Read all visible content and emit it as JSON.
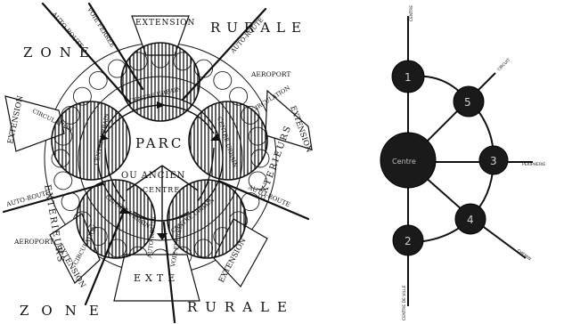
{
  "left_diagram": {
    "zone_top": "ZONE",
    "zone_top_right": "RURALE",
    "zone_bottom_left": "ZONE",
    "zone_bottom_right": "RURALE",
    "extension_top": "EXTENSION",
    "extension_left": "EXTENSION",
    "extension_right": "EXTENSION",
    "extension_bottom_left": "EXTENSION",
    "extension_bottom_right": "EXTENSION",
    "extension_bottom_center": "EXTE",
    "autoroute_top_left": "AUTO-ROUTE",
    "autoroute_top_right": "AUTO-ROUTE",
    "autoroute_left": "AUTO-ROUTE",
    "autoroute_right": "AUTO-ROUTE",
    "autoroute_bottom": "AUTO-ROUTE",
    "voie_ferree_top": "VOIE FERREE",
    "voie_ferree_bottom": "VOIE FERREE",
    "aeroport_right": "AEROPORT",
    "aeroport_left": "AEROPORT",
    "circulation_left": "CIRCULATION",
    "circulation_right": "CIRCULATION",
    "circulation_bottom_left": "CIRCULATION",
    "centre_urbain": "CENTRE URBAIN",
    "parc": "PARC",
    "ancien": "OU ANCIEN",
    "centre": "CENTRE",
    "exterieurs": "EXTERIEURS"
  },
  "right_diagram": {
    "nodes": [
      "1",
      "5",
      "Centre",
      "3",
      "4",
      "2"
    ],
    "road_top": "CENTRE",
    "road_bottom": "CENTRE DE VILLE",
    "road_upper_right": "CIRCUIT",
    "road_right": "PERIPHERIE",
    "road_lower_right": "CHEMIN"
  }
}
